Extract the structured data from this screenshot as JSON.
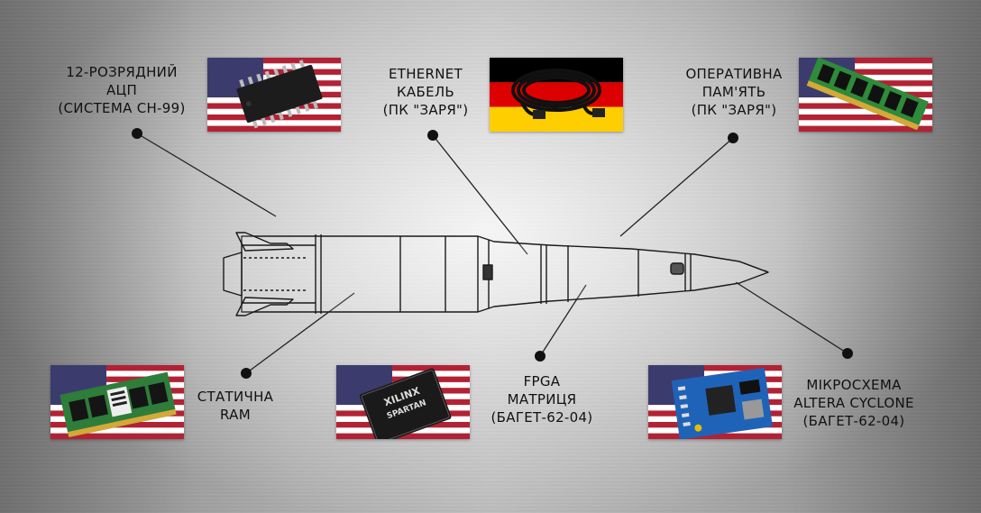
{
  "components": [
    {
      "id": "adc",
      "flag": "usa",
      "item": "dip-chip-icon",
      "label": [
        "12-РОЗРЯДНИЙ",
        "АЦП",
        "(СИСТЕМА CH-99)"
      ]
    },
    {
      "id": "ethernet",
      "flag": "germany",
      "item": "ethernet-cable-icon",
      "label": [
        "ETHERNET",
        "КАБЕЛЬ",
        "(ПК \"ЗАРЯ\")"
      ]
    },
    {
      "id": "ram",
      "flag": "usa",
      "item": "ram-module-icon",
      "label": [
        "ОПЕРАТИВНА",
        "ПАМ'ЯТЬ",
        "(ПК \"ЗАРЯ\")"
      ]
    },
    {
      "id": "sram",
      "flag": "usa",
      "item": "sodimm-module-icon",
      "label": [
        "СТАТИЧНА",
        "RAM"
      ]
    },
    {
      "id": "spartan",
      "flag": "usa",
      "item": "xilinx-spartan-chip-icon",
      "chip_text": [
        "XILINX",
        "SPARTAN"
      ],
      "label": []
    },
    {
      "id": "fpga",
      "flag": "usa",
      "item": "altera-cyclone-board-icon",
      "label": [
        "FPGA",
        "МАТРИЦЯ",
        "(БАГЕТ-62-04)"
      ]
    },
    {
      "id": "cyclone",
      "label": [
        "МІКРОСХЕМА",
        "ALTERA CYCLONE",
        "(БАГЕТ-62-04)"
      ]
    }
  ],
  "colors": {
    "line": "#222222",
    "flag_red": "#b22234",
    "flag_blue": "#3c3b6e",
    "de_black": "#000000",
    "de_red": "#dd0000",
    "de_gold": "#ffce00"
  }
}
